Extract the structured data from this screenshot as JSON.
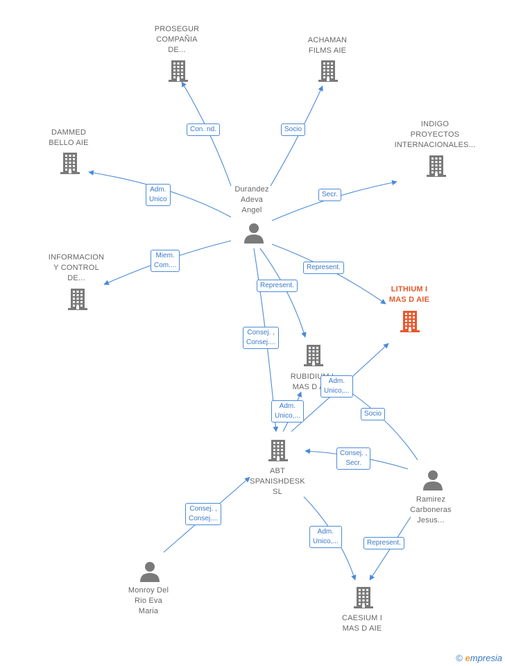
{
  "colors": {
    "edge": "#4a8ad6",
    "node_icon": "#7a7a7a",
    "focus_icon": "#e8582c",
    "label_text": "#666666"
  },
  "nodes": [
    {
      "id": "prosegur",
      "kind": "company",
      "label": "PROSEGUR\nCOMPAÑIA\nDE...",
      "icon": "building-icon"
    },
    {
      "id": "achaman",
      "kind": "company",
      "label": "ACHAMAN\nFILMS AIE",
      "icon": "building-icon"
    },
    {
      "id": "dammed",
      "kind": "company",
      "label": "DAMMED\nBELLO AIE",
      "icon": "building-icon"
    },
    {
      "id": "indigo",
      "kind": "company",
      "label": "INDIGO\nPROYECTOS\nINTERNACIONALES...",
      "icon": "building-icon"
    },
    {
      "id": "durandez",
      "kind": "person",
      "label": "Durandez\nAdeva\nAngel",
      "icon": "person-icon"
    },
    {
      "id": "informacion",
      "kind": "company",
      "label": "INFORMACION\nY CONTROL\nDE...",
      "icon": "building-icon"
    },
    {
      "id": "lithium",
      "kind": "focus",
      "label": "LITHIUM I\nMAS D AIE",
      "icon": "building-icon"
    },
    {
      "id": "rubidium",
      "kind": "company",
      "label": "RUBIDIUM I\nMAS D AIE",
      "icon": "building-icon"
    },
    {
      "id": "abt",
      "kind": "company",
      "label": "ABT\nSPANISHDESK\nSL",
      "icon": "building-icon"
    },
    {
      "id": "ramirez",
      "kind": "person",
      "label": "Ramirez\nCarboneras\nJesus...",
      "icon": "person-icon"
    },
    {
      "id": "monroy",
      "kind": "person",
      "label": "Monroy Del\nRio Eva\nMaria",
      "icon": "person-icon"
    },
    {
      "id": "caesium",
      "kind": "company",
      "label": "CAESIUM I\nMAS D AIE",
      "icon": "building-icon"
    }
  ],
  "edges": [
    {
      "id": "e1",
      "label": "Con.  nd."
    },
    {
      "id": "e2",
      "label": "Socio"
    },
    {
      "id": "e3",
      "label": "Adm.\nUnico"
    },
    {
      "id": "e4",
      "label": "Secr."
    },
    {
      "id": "e5",
      "label": "Miem.\nCom...."
    },
    {
      "id": "e6",
      "label": "Represent."
    },
    {
      "id": "e7",
      "label": "Represent."
    },
    {
      "id": "e8",
      "label": "Consej. ,\nConsej...."
    },
    {
      "id": "e9",
      "label": "Adm.\nUnico,..."
    },
    {
      "id": "e10",
      "label": "Adm.\nUnico,..."
    },
    {
      "id": "e11",
      "label": "Socio"
    },
    {
      "id": "e12",
      "label": "Consej. ,\nSecr."
    },
    {
      "id": "e13",
      "label": "Consej. ,\nConsej...."
    },
    {
      "id": "e14",
      "label": "Adm.\nUnico,..."
    },
    {
      "id": "e15",
      "label": "Represent."
    }
  ],
  "footer": {
    "copyright_symbol": "©",
    "brand_initial": "e",
    "brand_rest": "mpresia"
  }
}
